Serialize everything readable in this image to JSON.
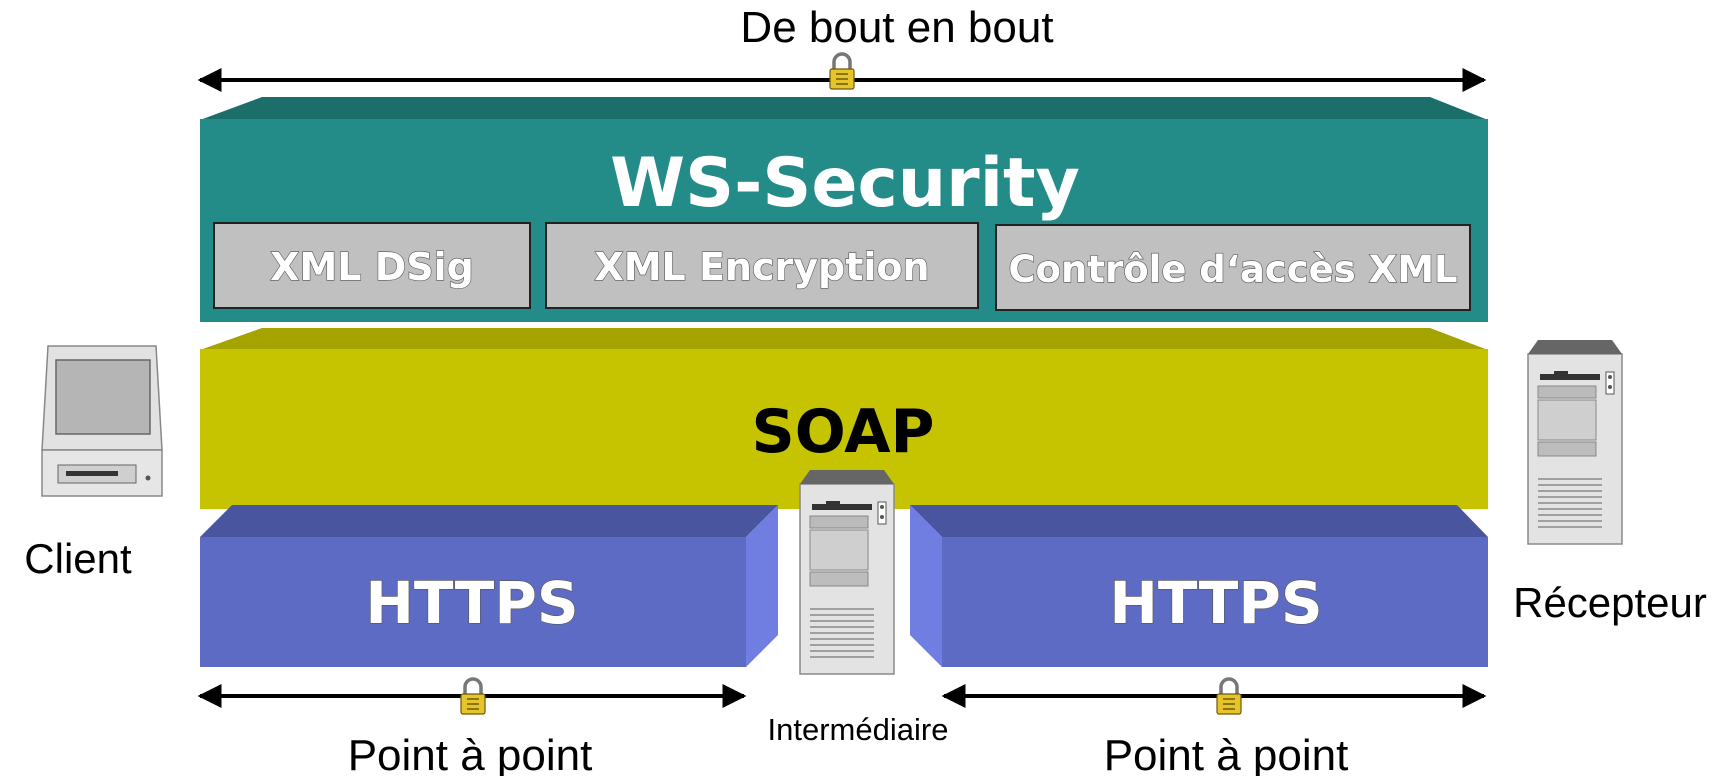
{
  "top_arrow": {
    "label": "De bout en bout"
  },
  "ws_security": {
    "title": "WS-Security",
    "components": [
      "XML DSig",
      "XML Encryption",
      "Contrôle d‘accès XML"
    ]
  },
  "soap": {
    "label": "SOAP"
  },
  "https_left": {
    "label": "HTTPS"
  },
  "https_right": {
    "label": "HTTPS"
  },
  "client": {
    "label": "Client"
  },
  "intermediary": {
    "label": "Intermédiaire"
  },
  "receiver": {
    "label": "Récepteur"
  },
  "bottom_left_arrow": {
    "label": "Point à point"
  },
  "bottom_right_arrow": {
    "label": "Point à point"
  },
  "colors": {
    "ws_security": "#238b88",
    "ws_security_top": "#1c6e6b",
    "soap": "#c6c400",
    "soap_top": "#a5a300",
    "https": "#5e6bc4",
    "https_top": "#4a559f",
    "https_side": "#6f7ee0",
    "component_box": "#c0c0c0"
  }
}
